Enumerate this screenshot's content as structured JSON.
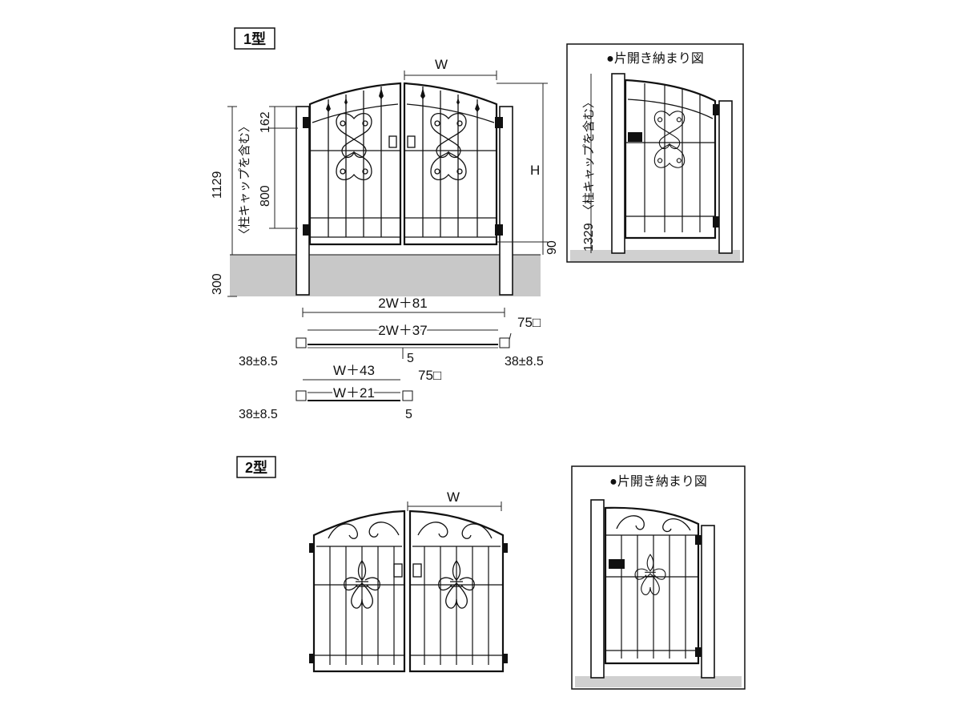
{
  "type1": {
    "title": "1型",
    "dims": {
      "w": "W",
      "h": "H",
      "d162": "162",
      "d800": "800",
      "d1129": "1129",
      "post_cap_note": "〈柱キャップを含む〉",
      "d90": "90",
      "d300": "300"
    },
    "plan": {
      "d2w81": "2W＋81",
      "d2w37": "2W＋37",
      "sq75a": "75□",
      "tol_left": "38±8.5",
      "tol_right": "38±8.5",
      "five_a": "5",
      "dw43": "W＋43",
      "dw21": "W＋21",
      "sq75b": "75□",
      "tol_single": "38±8.5",
      "five_b": "5"
    },
    "single": {
      "title": "●片開き納まり図",
      "d1329": "1329",
      "post_cap_note": "〈柱キャップを含む〉"
    }
  },
  "type2": {
    "title": "2型",
    "dims": {
      "w": "W"
    },
    "single": {
      "title": "●片開き納まり図"
    }
  }
}
